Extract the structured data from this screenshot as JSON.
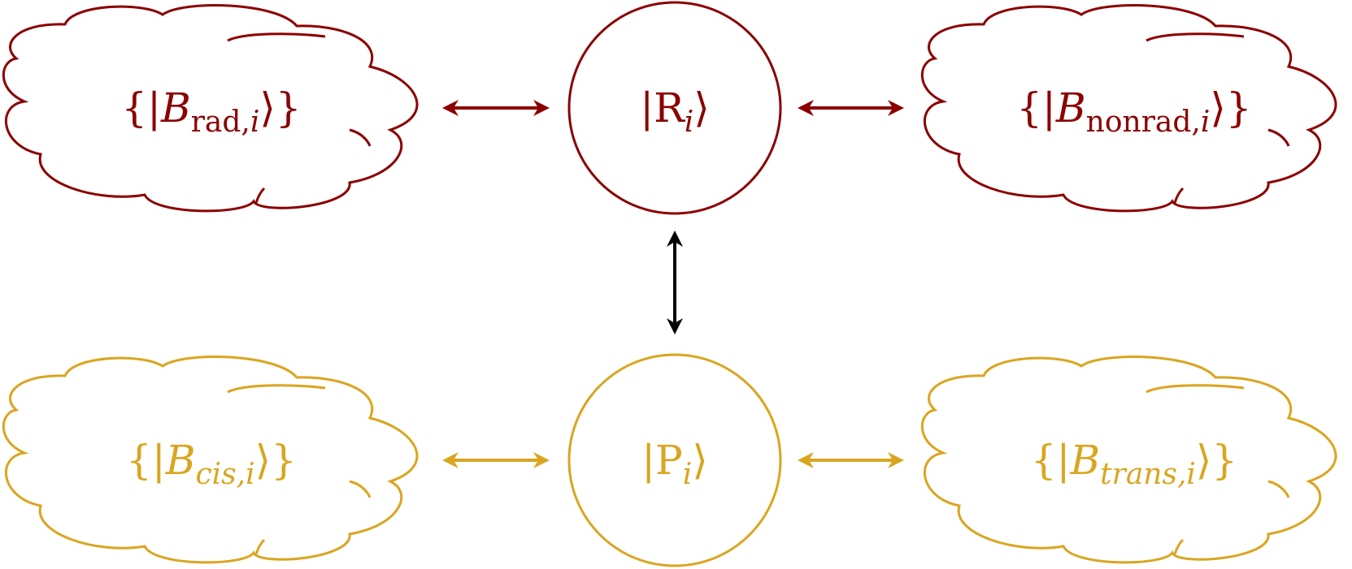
{
  "colors": {
    "excited": "#8b0000",
    "ground": "#daa520",
    "coupling": "#000000"
  },
  "nodes": {
    "excited_state": {
      "label": "R",
      "sub": "i"
    },
    "ground_state": {
      "label": "P",
      "sub": "i"
    }
  },
  "baths": {
    "radiative": {
      "symbol": "B",
      "sub": "rad,",
      "sub_index": "i"
    },
    "nonradiative": {
      "symbol": "B",
      "sub": "nonrad,",
      "sub_index": "i"
    },
    "cis": {
      "symbol": "B",
      "sub": "cis,",
      "sub_index": "i"
    },
    "trans": {
      "symbol": "B",
      "sub": "trans,",
      "sub_index": "i"
    }
  },
  "links": [
    {
      "from": "radiative",
      "to": "excited_state",
      "direction": "both"
    },
    {
      "from": "excited_state",
      "to": "nonradiative",
      "direction": "both"
    },
    {
      "from": "excited_state",
      "to": "ground_state",
      "direction": "both"
    },
    {
      "from": "cis",
      "to": "ground_state",
      "direction": "both"
    },
    {
      "from": "ground_state",
      "to": "trans",
      "direction": "both"
    }
  ]
}
